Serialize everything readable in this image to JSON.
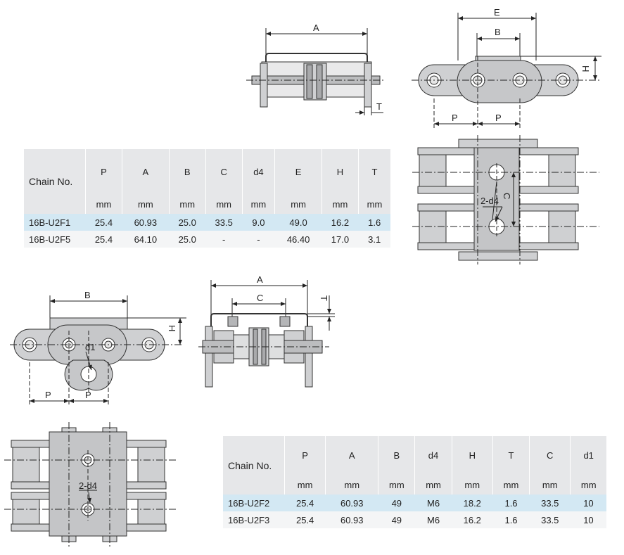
{
  "table1": {
    "chain_no_label": "Chain No.",
    "columns": [
      "P",
      "A",
      "B",
      "C",
      "d4",
      "E",
      "H",
      "T"
    ],
    "units": [
      "mm",
      "mm",
      "mm",
      "mm",
      "mm",
      "mm",
      "mm",
      "mm"
    ],
    "rows": [
      {
        "chain": "16B-U2F1",
        "values": [
          "25.4",
          "60.93",
          "25.0",
          "33.5",
          "9.0",
          "49.0",
          "16.2",
          "1.6"
        ]
      },
      {
        "chain": "16B-U2F5",
        "values": [
          "25.4",
          "64.10",
          "25.0",
          "-",
          "-",
          "46.40",
          "17.0",
          "3.1"
        ]
      }
    ]
  },
  "table2": {
    "chain_no_label": "Chain No.",
    "columns": [
      "P",
      "A",
      "B",
      "d4",
      "H",
      "T",
      "C",
      "d1"
    ],
    "units": [
      "mm",
      "mm",
      "mm",
      "mm",
      "mm",
      "mm",
      "mm",
      "mm"
    ],
    "rows": [
      {
        "chain": "16B-U2F2",
        "values": [
          "25.4",
          "60.93",
          "49",
          "M6",
          "18.2",
          "1.6",
          "33.5",
          "10"
        ]
      },
      {
        "chain": "16B-U2F3",
        "values": [
          "25.4",
          "60.93",
          "49",
          "M6",
          "16.2",
          "1.6",
          "33.5",
          "10"
        ]
      }
    ]
  },
  "labels": {
    "A": "A",
    "B": "B",
    "C": "C",
    "E": "E",
    "H": "H",
    "T": "T",
    "P": "P",
    "d4": "2-d4",
    "d1": "d1"
  }
}
